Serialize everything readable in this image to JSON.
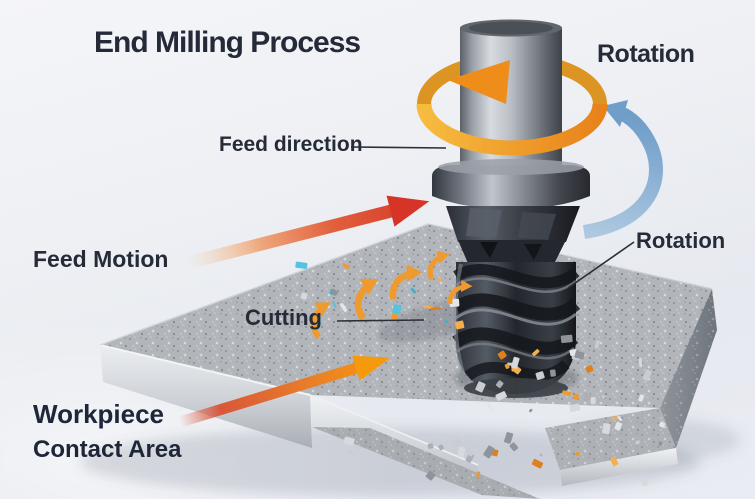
{
  "title": "End Milling Process",
  "labels": {
    "rotation_top": "Rotation",
    "feed_direction": "Feed direction",
    "feed_motion": "Feed Motion",
    "rotation_right": "Rotation",
    "cutting": "Cutting",
    "workpiece_line1": "Workpiece",
    "workpiece_line2": "Contact Area"
  },
  "colors": {
    "text": "#262b38",
    "background": "#eef0f4",
    "rotation_arrow_orange": "#ef8d1b",
    "feed_arrow_red": "#d63427",
    "contact_arrow_orange": "#f5990d",
    "rotation_arrow_blue": "#6f9ec9",
    "workpiece_gray": "#b2b5ba",
    "tool_dark": "#23262c",
    "chip_cyan": "#3fb0d0",
    "chip_orange": "#ef9a2e"
  }
}
